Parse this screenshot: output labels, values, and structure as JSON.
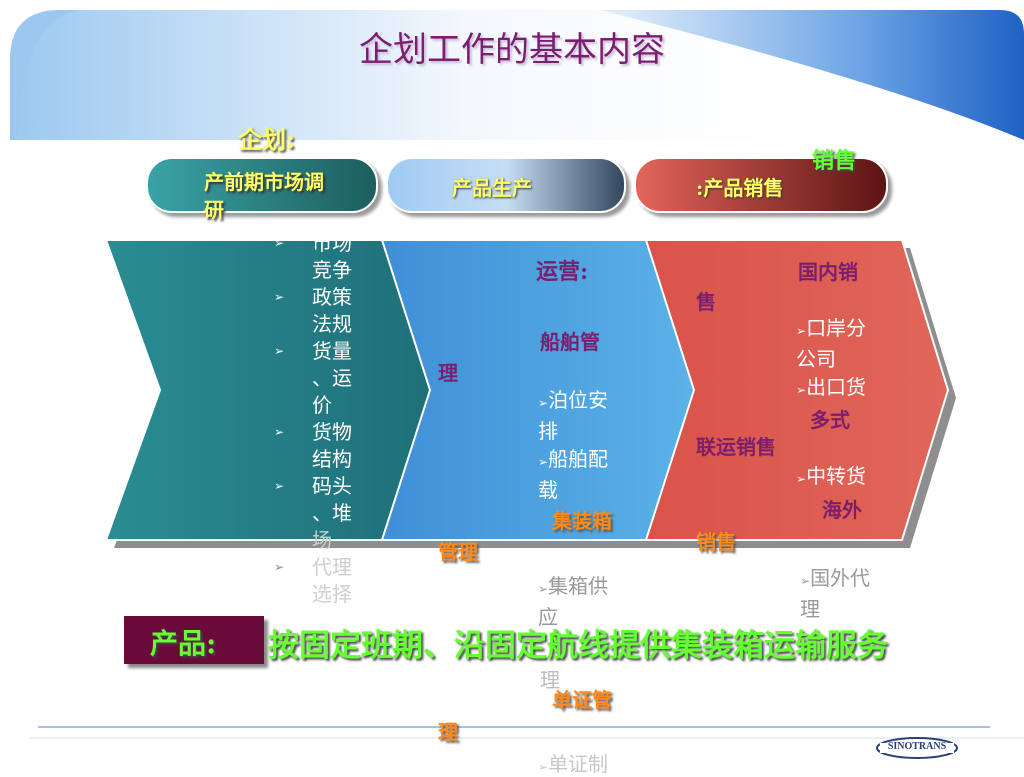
{
  "title": "企划工作的基本内容",
  "cehua_label": "企划:",
  "pills": {
    "research": {
      "line1": "产前期市场调",
      "line2": "研"
    },
    "production": "产品生产",
    "sales": {
      "top": "销售",
      "main": ":产品销售"
    }
  },
  "research_items": [
    "市场",
    "竞争",
    "政策",
    "法规",
    "货量",
    "、运",
    "价",
    "货物",
    "结构",
    "码头",
    "、堆",
    "场",
    "代理",
    "选择"
  ],
  "ops": {
    "heading": "运营:",
    "ship_mgmt_a": "船舶管",
    "ship_mgmt_b": "理",
    "ship_items": [
      "泊位安",
      "排",
      "船舶配",
      "载"
    ],
    "box_mgmt_a": "集装箱",
    "box_mgmt_b": "管理",
    "box_items": [
      "集箱供",
      "应"
    ],
    "box_tail": "理",
    "doc_mgmt_a": "单证管",
    "doc_mgmt_b": "理",
    "doc_item": "单证制"
  },
  "sales": {
    "domestic_a": "国内销",
    "domestic_b": "售",
    "domestic_items": [
      "口岸分",
      "公司",
      "出口货"
    ],
    "multimodal_a": "多式",
    "multimodal_b": "联运销售",
    "transit_item": "中转货",
    "overseas_a": "海外",
    "overseas_b": "销售",
    "overseas_items": [
      "国外代",
      "理"
    ]
  },
  "product": {
    "label": "产品:",
    "text": "按固定班期、沿固定航线提供集装箱运输服务"
  },
  "logo": "SINOTRANS",
  "colors": {
    "teal": "#2c8f97",
    "blue": "#4da6df",
    "red": "#d8584d",
    "title": "#7a1f6e",
    "green": "#66ff33",
    "orange": "#ff8a1c"
  }
}
